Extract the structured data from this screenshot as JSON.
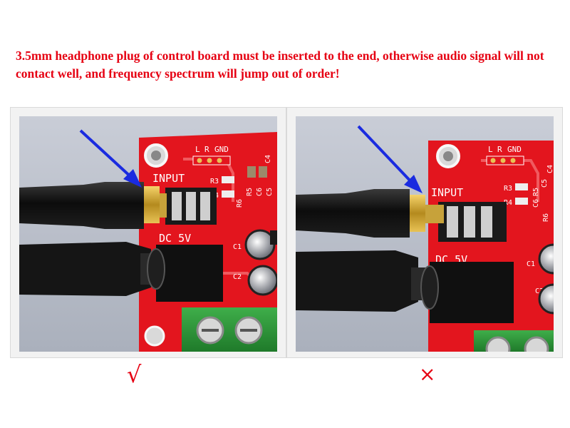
{
  "notice": {
    "text": "3.5mm headphone plug of control board must be inserted to the end, otherwise audio signal will not contact well, and frequency spectrum will jump out of order!",
    "color": "#e60012"
  },
  "pcb": {
    "input_label": "INPUT",
    "dc_label": "DC 5V",
    "l_label": "L",
    "r_label": "R",
    "gnd_label": "GND",
    "r3": "R3",
    "r4": "R4",
    "r5": "R5",
    "r6": "R6",
    "c1": "C1",
    "c2": "C2",
    "c4": "C4",
    "c5": "C5",
    "c6": "C6",
    "board_color": "#e3151e"
  },
  "marks": {
    "correct": "√",
    "wrong": "×"
  },
  "icons": {
    "arrow": "blue-arrow-icon",
    "correct": "checkmark-icon",
    "wrong": "cross-icon"
  }
}
